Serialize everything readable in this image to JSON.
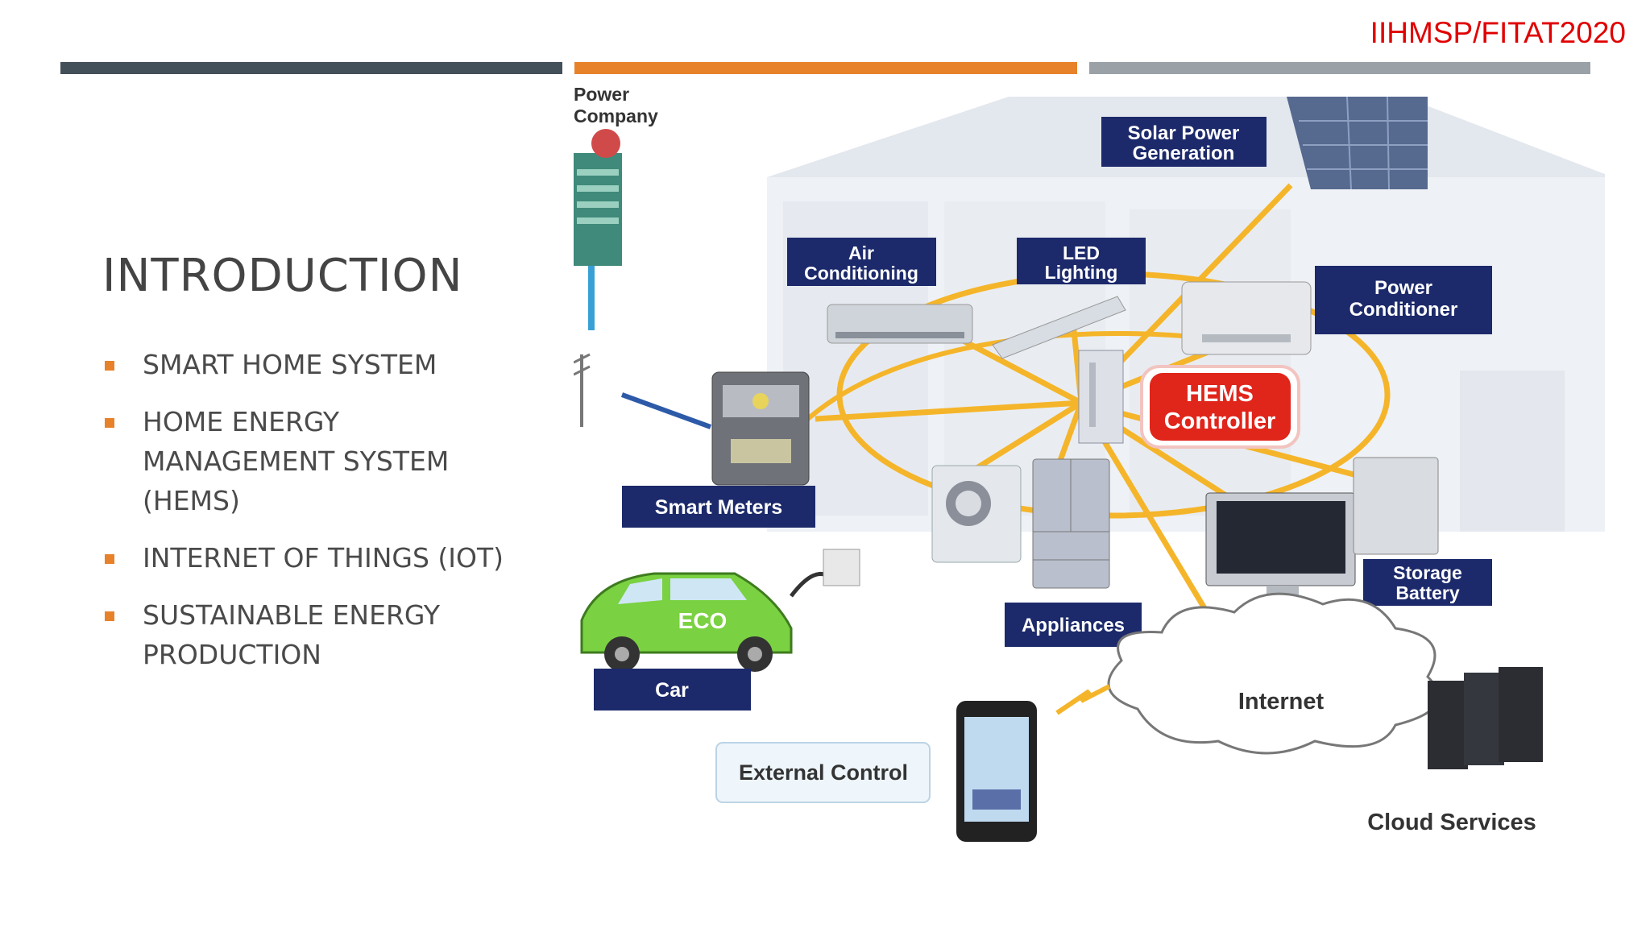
{
  "header": {
    "conference_tag": "IIHMSP/FITAT2020"
  },
  "slide": {
    "title": "INTRODUCTION",
    "bullets": [
      "SMART HOME SYSTEM",
      "HOME ENERGY MANAGEMENT SYSTEM (HEMS)",
      "INTERNET OF THINGS (IOT)",
      "SUSTAINABLE ENERGY PRODUCTION"
    ]
  },
  "diagram": {
    "power_company_line1": "Power",
    "power_company_line2": "Company",
    "solar_line1": "Solar Power",
    "solar_line2": "Generation",
    "air_line1": "Air",
    "air_line2": "Conditioning",
    "led_line1": "LED",
    "led_line2": "Lighting",
    "power_cond_line1": "Power",
    "power_cond_line2": "Conditioner",
    "hems_line1": "HEMS",
    "hems_line2": "Controller",
    "smart_meters": "Smart Meters",
    "storage_line1": "Storage",
    "storage_line2": "Battery",
    "appliances": "Appliances",
    "car": "Car",
    "eco": "ECO",
    "internet": "Internet",
    "external_control": "External Control",
    "cloud_services": "Cloud Services"
  },
  "colors": {
    "accent_orange": "#e8822a",
    "navy_label": "#1c2a6b",
    "hems_red": "#e0251b",
    "link_yellow": "#f5b52a"
  }
}
